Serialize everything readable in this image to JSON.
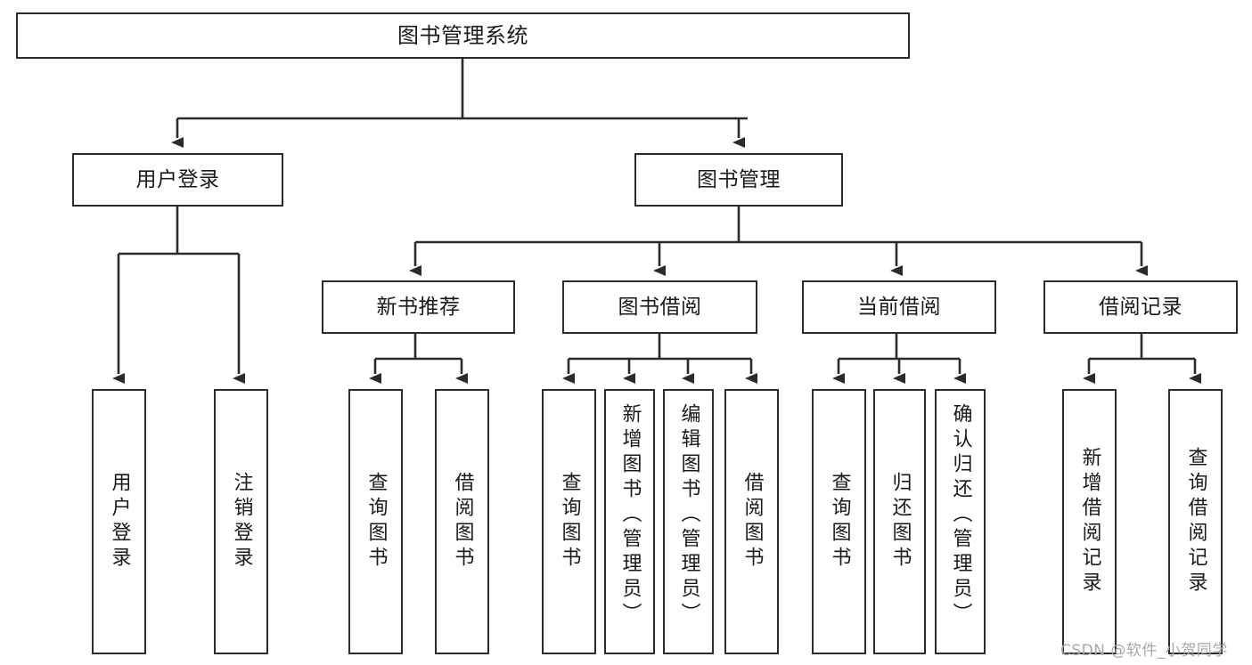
{
  "diagram": {
    "title": "图书管理系统",
    "type": "hierarchy-tree",
    "colors": {
      "box_border": "#2b2b2b",
      "box_fill": "#ffffff",
      "connector": "#2b2b2b",
      "watermark": "#a8a8a8",
      "background": "#ffffff"
    },
    "levels": {
      "level1": [
        "图书管理系统"
      ],
      "level2": [
        "用户登录",
        "图书管理"
      ],
      "level3": [
        "新书推荐",
        "图书借阅",
        "当前借阅",
        "借阅记录"
      ],
      "level4": [
        "用户登录",
        "注销登录",
        "查询图书",
        "借阅图书",
        "查询图书",
        "新增图书（管理员）",
        "编辑图书（管理员）",
        "借阅图书",
        "查询图书",
        "归还图书",
        "确认归还（管理员）",
        "新增借阅记录",
        "查询借阅记录"
      ]
    },
    "nodes": {
      "root": {
        "label": "图书管理系统"
      },
      "user_login": {
        "label": "用户登录"
      },
      "book_manage": {
        "label": "图书管理"
      },
      "new_book_rec": {
        "label": "新书推荐"
      },
      "book_borrow": {
        "label": "图书借阅"
      },
      "current_borrow": {
        "label": "当前借阅"
      },
      "borrow_record": {
        "label": "借阅记录"
      },
      "leaf_user_login": {
        "label": "用户登录"
      },
      "leaf_logout": {
        "label": "注销登录"
      },
      "leaf_query_book_1": {
        "label": "查询图书"
      },
      "leaf_borrow_book_1": {
        "label": "借阅图书"
      },
      "leaf_query_book_2": {
        "label": "查询图书"
      },
      "leaf_add_book": {
        "label": "新增图书（管理员）"
      },
      "leaf_edit_book": {
        "label": "编辑图书（管理员）"
      },
      "leaf_borrow_book_2": {
        "label": "借阅图书"
      },
      "leaf_query_book_3": {
        "label": "查询图书"
      },
      "leaf_return_book": {
        "label": "归还图书"
      },
      "leaf_confirm_return": {
        "label": "确认归还（管理员）"
      },
      "leaf_add_record": {
        "label": "新增借阅记录"
      },
      "leaf_query_record": {
        "label": "查询借阅记录"
      }
    }
  },
  "watermark": {
    "text": "CSDN @软件_小贺同学"
  }
}
